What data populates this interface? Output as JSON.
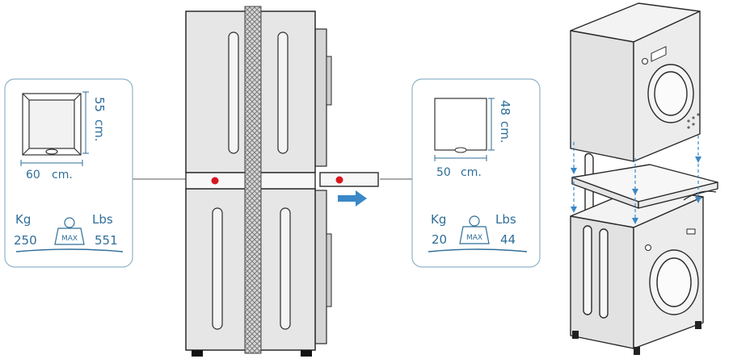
{
  "colors": {
    "accent": "#2f6e99",
    "arrow": "#3a88c7",
    "outline": "#2a2a2a",
    "body_fill": "#e6e6e6",
    "marker": "#d9161d"
  },
  "left_panel": {
    "height_value": "55",
    "height_unit": "cm.",
    "width_value": "60",
    "width_unit": "cm.",
    "unit_left": "Kg",
    "unit_right": "Lbs",
    "max_kg": "250",
    "max_lbs": "551",
    "max_label": "MAX"
  },
  "right_panel": {
    "height_value": "48",
    "height_unit": "cm.",
    "width_value": "50",
    "width_unit": "cm.",
    "unit_left": "Kg",
    "unit_right": "Lbs",
    "max_kg": "20",
    "max_lbs": "44",
    "max_label": "MAX"
  },
  "icons": {
    "pull_arrow": "arrow-right-icon",
    "weight": "weight-icon"
  }
}
